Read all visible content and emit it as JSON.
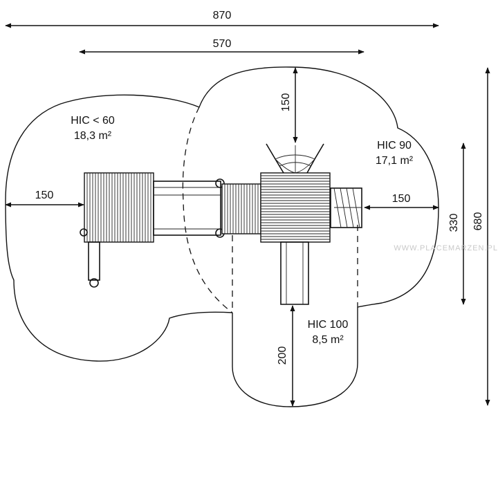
{
  "dimensions": {
    "overall_width": "870",
    "structure_width": "570",
    "top_clearance": "150",
    "left_clearance": "150",
    "right_clearance": "150",
    "bottom_clearance": "200",
    "middle_height": "330",
    "overall_height": "680"
  },
  "zones": [
    {
      "hic": "HIC < 60",
      "area": "18,3 m²"
    },
    {
      "hic": "HIC 90",
      "area": "17,1 m²"
    },
    {
      "hic": "HIC 100",
      "area": "8,5 m²"
    }
  ],
  "watermark": "WWW.PLACEMARZEN.PL",
  "colors": {
    "line": "#111111",
    "watermark": "#c9c9c9"
  }
}
